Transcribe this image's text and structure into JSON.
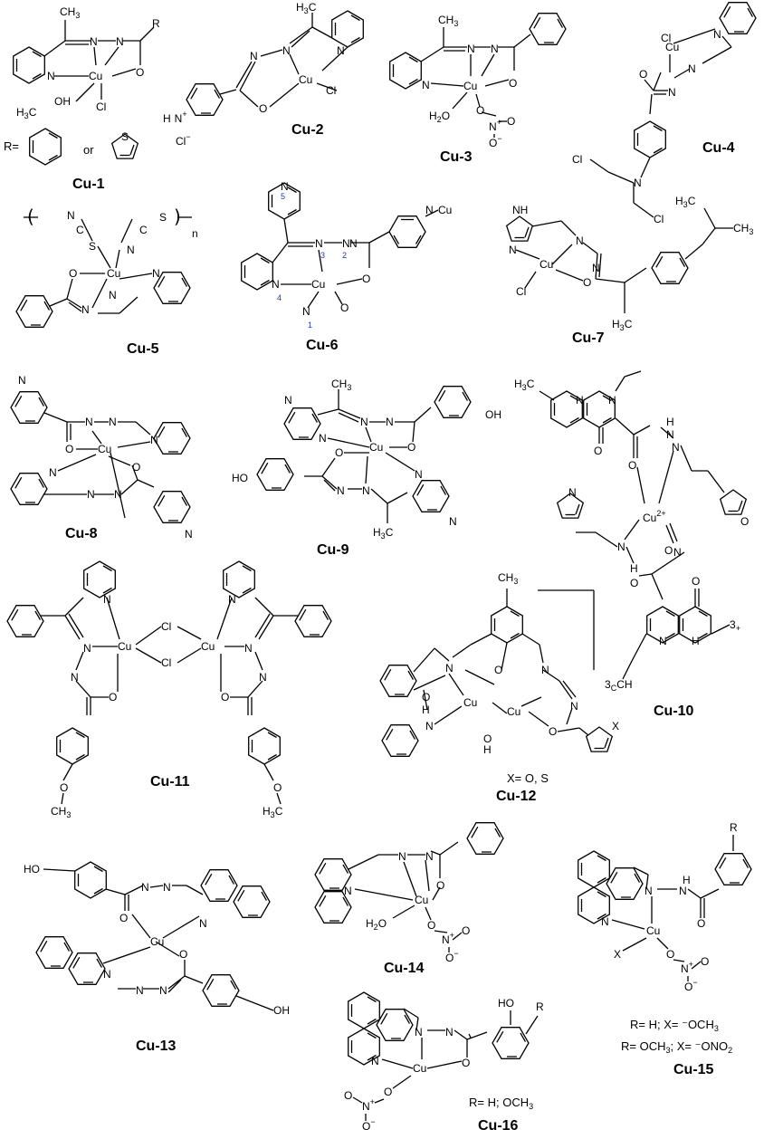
{
  "compounds": [
    {
      "label": "Cu-1",
      "metal": "Cu",
      "atoms": [
        "CH",
        "3",
        "N",
        "N",
        "N",
        "R",
        "O",
        "H",
        "3",
        "C",
        "OH",
        "Cl",
        "R=",
        "or",
        "S"
      ]
    },
    {
      "label": "Cu-2",
      "metal": "Cu",
      "atoms": [
        "H",
        "3",
        "C",
        "N",
        "N",
        "N",
        "O",
        "Cl",
        "H",
        "N",
        "+",
        "Cl",
        "−"
      ]
    },
    {
      "label": "Cu-3",
      "metal": "Cu",
      "atoms": [
        "CH",
        "3",
        "N",
        "N",
        "N",
        "O",
        "H",
        "2",
        "O",
        "O",
        "N",
        "+",
        "O",
        "O",
        "−"
      ]
    },
    {
      "label": "Cu-4",
      "metal": "Cu",
      "atoms": [
        "Cl",
        "N",
        "O",
        "N",
        "N",
        "N",
        "Cl",
        "Cl"
      ]
    },
    {
      "label": "Cu-5",
      "metal": "Cu",
      "atoms": [
        "N",
        "C",
        "S",
        "N",
        "C",
        "S",
        "n",
        "O",
        "N",
        "N",
        "N"
      ]
    },
    {
      "label": "Cu-6",
      "metal": "Cu",
      "atoms": [
        "N",
        "5",
        "N",
        "N",
        "3",
        "N",
        "2",
        "O",
        "N",
        "4",
        "N",
        "1",
        "O",
        "N",
        "Cu"
      ]
    },
    {
      "label": "Cu-7",
      "metal": "Cu",
      "atoms": [
        "NH",
        "N",
        "N",
        "N",
        "Cl",
        "O",
        "H",
        "3",
        "C",
        "H",
        "3",
        "C",
        "CH",
        "3"
      ]
    },
    {
      "label": "Cu-8",
      "metal": "Cu",
      "atoms": [
        "N",
        "N",
        "N",
        "N",
        "O",
        "N",
        "O",
        "N",
        "N",
        "N"
      ]
    },
    {
      "label": "Cu-9",
      "metal": "Cu",
      "atoms": [
        "CH",
        "3",
        "N",
        "N",
        "N",
        "N",
        "O",
        "OH",
        "O",
        "HO",
        "N",
        "N",
        "N",
        "N",
        "H",
        "3",
        "C"
      ]
    },
    {
      "label": "Cu-10",
      "metal": "Cu",
      "atoms": [
        "2+",
        "H",
        "3",
        "C",
        "N",
        "N",
        "O",
        "O",
        "N",
        "H",
        "N",
        "O",
        "O",
        "N",
        "N",
        "H",
        "O",
        "O",
        "N",
        "N",
        "H",
        "3",
        "C",
        "CH",
        "3",
        "+"
      ]
    },
    {
      "label": "Cu-11",
      "metal": "Cu",
      "atoms": [
        "N",
        "N",
        "N",
        "O",
        "Cl",
        "Cl",
        "N",
        "N",
        "N",
        "O",
        "O",
        "CH",
        "3",
        "O",
        "H",
        "3",
        "C"
      ]
    },
    {
      "label": "Cu-12",
      "metal": "Cu",
      "atoms": [
        "CH",
        "3",
        "N",
        "O",
        "H",
        "N",
        "O",
        "H",
        "O",
        "N",
        "N",
        "O",
        "X",
        "X= O, S"
      ]
    },
    {
      "label": "Cu-13",
      "metal": "Cu",
      "atoms": [
        "HO",
        "N",
        "N",
        "N",
        "O",
        "N",
        "N",
        "N",
        "O",
        "OH"
      ]
    },
    {
      "label": "Cu-14",
      "metal": "Cu",
      "atoms": [
        "N",
        "N",
        "N",
        "O",
        "H",
        "2",
        "O",
        "O",
        "N",
        "+",
        "O",
        "O",
        "−"
      ]
    },
    {
      "label": "Cu-15",
      "metal": "Cu",
      "atoms": [
        "R",
        "N",
        "H",
        "N",
        "N",
        "O",
        "X",
        "O",
        "N",
        "+",
        "O",
        "O",
        "−"
      ]
    },
    {
      "label": "Cu-16",
      "metal": "Cu",
      "atoms": [
        "HO",
        "R",
        "N",
        "N",
        "N",
        "O",
        "O",
        "N",
        "+",
        "O",
        "O",
        "−"
      ]
    }
  ],
  "notes": {
    "cu12": "X= O, S",
    "cu15_line1": "R= H; X= ⁻OCH",
    "cu15_line1_sub": "3",
    "cu15_line2": "R= OCH",
    "cu15_line2_sub": "3",
    "cu15_line2_b": "; X= ⁻ONO",
    "cu15_line2_sub2": "2",
    "cu16": "R= H; OCH",
    "cu16_sub": "3"
  },
  "colors": {
    "line": "#000000",
    "locant": "#1a35c8",
    "background": "#ffffff"
  }
}
